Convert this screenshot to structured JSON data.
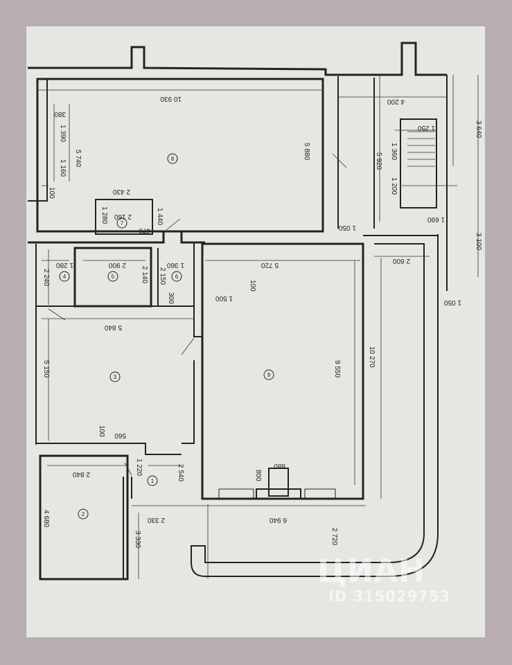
{
  "plan": {
    "rooms": [
      {
        "number": "1"
      },
      {
        "number": "2"
      },
      {
        "number": "3"
      },
      {
        "number": "4"
      },
      {
        "number": "5"
      },
      {
        "number": "6"
      },
      {
        "number": "7"
      },
      {
        "number": "8"
      },
      {
        "number": "9"
      }
    ],
    "dimensions": {
      "d10930": "10 930",
      "d4200": "4 200",
      "d3640": "3 640",
      "d380": "380",
      "d1390": "1 390",
      "d5740": "5 740",
      "d1160": "1 160",
      "d100a": "100",
      "d5880": "5 880",
      "d5920": "5 920",
      "d1250": "1 250",
      "d1360a": "1 360",
      "d1200": "1 200",
      "d1690": "1 690",
      "d2430": "2 430",
      "d2160": "2 160",
      "d1280a": "1 280",
      "d470": "470",
      "d1440": "1 440",
      "d1050a": "1 050",
      "d3100": "3 100",
      "d1280b": "1 280",
      "d2900": "2 900",
      "d1360b": "1 360",
      "d5720": "5 720",
      "d2600": "2 600",
      "d1050b": "1 050",
      "d2240": "2 240",
      "d2140": "2 140",
      "d2150": "2 150",
      "d300": "300",
      "d1500": "1 500",
      "d100b": "100",
      "d5840": "5 840",
      "d5150": "5 150",
      "d9550": "9 550",
      "d10270": "10 270",
      "d100c": "100",
      "d560": "560",
      "d880": "880",
      "d800": "800",
      "d2840": "2 840",
      "d1220": "1 220",
      "d2540": "2 540",
      "d4680": "4 680",
      "d2330": "2 330",
      "d6940": "6 940",
      "d3330": "3 330",
      "d2720": "2 720"
    }
  },
  "watermark": {
    "logo": "ЦИАН",
    "id": "ID 315029753"
  },
  "colors": {
    "frame": "#b8adb2",
    "paper": "#e6e6e3",
    "ink": "#222222"
  }
}
